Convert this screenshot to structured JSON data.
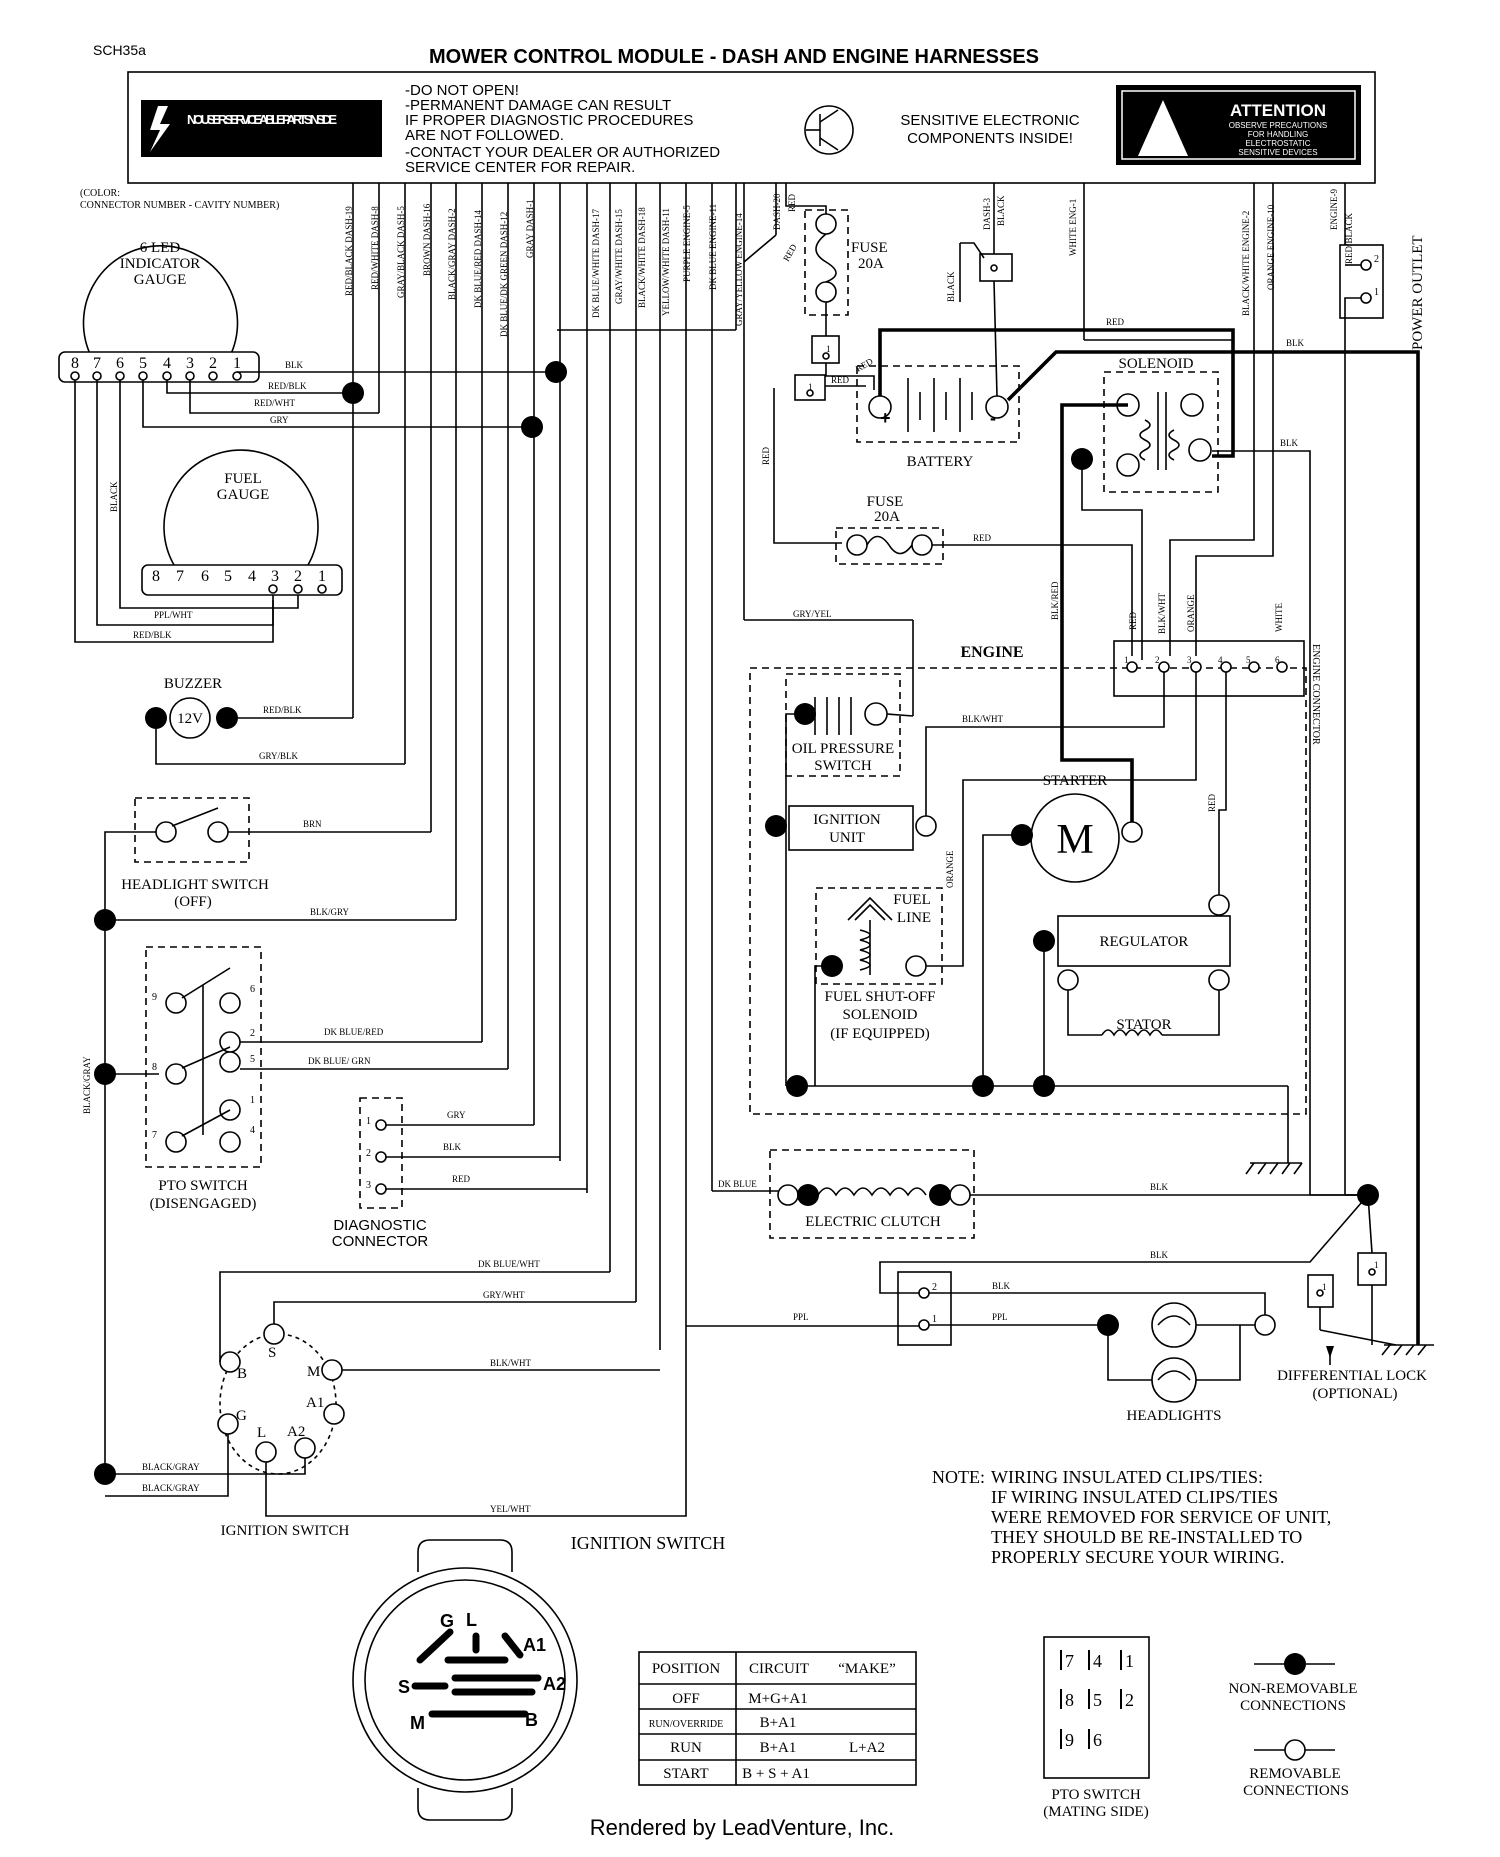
{
  "page_id": "SCH35a",
  "title": "MOWER CONTROL MODULE - DASH AND ENGINE HARNESSES",
  "warning": {
    "badge": "NO USER SERVICEABLE PARTS INSIDE",
    "lines": [
      "-DO NOT OPEN!",
      "-PERMANENT DAMAGE CAN RESULT",
      " IF PROPER DIAGNOSTIC PROCEDURES",
      " ARE NOT FOLLOWED.",
      "-CONTACT YOUR DEALER OR AUTHORIZED",
      " SERVICE CENTER FOR REPAIR."
    ],
    "sensitive": [
      "SENSITIVE ELECTRONIC",
      "COMPONENTS INSIDE!"
    ],
    "attention": "ATTENTION",
    "attention_lines": [
      "OBSERVE PRECAUTIONS",
      "FOR HANDLING",
      "ELECTROSTATIC",
      "SENSITIVE DEVICES"
    ]
  },
  "color_legend": [
    "(COLOR:",
    "CONNECTOR NUMBER - CAVITY NUMBER)"
  ],
  "dash_wires": [
    "RED/BLACK DASH-19",
    "RED/WHITE DASH-8",
    "GRAY/BLACK DASH-5",
    "BROWN DASH-16",
    "BLACK/GRAY DASH-2",
    "DK BLUE/RED DASH-14",
    "DK BLUE/DK GREEN DASH-12",
    "GRAY DASH-1",
    "DK BLUE/WHITE DASH-17",
    "GRAY/WHITE DASH-15",
    "BLACK/WHITE DASH-18",
    "YELLOW/WHITE DASH-11",
    "PURPLE ENGINE-5",
    "DK BLUE ENGINE-11",
    "GRAY/YELLOW ENGINE-14"
  ],
  "top_wires": {
    "dash20": "DASH-20",
    "red": "RED",
    "dash3": "DASH-3",
    "black": "BLACK",
    "white_eng1": "WHITE ENG-1",
    "blk_white_eng2": "BLACK/WHITE ENGINE-2",
    "orange_eng10": "ORANGE ENGINE-10",
    "engine9": "ENGINE-9",
    "red_black": "RED/BLACK"
  },
  "components": {
    "led_gauge": [
      "6 LED",
      "INDICATOR",
      "GAUGE"
    ],
    "led_pins": [
      "8",
      "7",
      "6",
      "5",
      "4",
      "3",
      "2",
      "1"
    ],
    "fuel_gauge": [
      "FUEL",
      "GAUGE"
    ],
    "fuel_pins": [
      "8",
      "7",
      "6",
      "5",
      "4",
      "3",
      "2",
      "1"
    ],
    "buzzer": "BUZZER",
    "buzzer_v": "12V",
    "headlight_switch": [
      "HEADLIGHT SWITCH",
      "(OFF)"
    ],
    "pto_switch": [
      "PTO SWITCH",
      "(DISENGAGED)"
    ],
    "pto_pins": [
      "9",
      "6",
      "2",
      "8",
      "5",
      "1",
      "7",
      "4"
    ],
    "diag_connector": [
      "DIAGNOSTIC",
      "CONNECTOR"
    ],
    "diag_pins": [
      "1",
      "2",
      "3"
    ],
    "ignition_switch_label": "IGNITION SWITCH",
    "ign_terms": [
      "S",
      "B",
      "M",
      "A1",
      "G",
      "L",
      "A2"
    ],
    "fuse_top": [
      "FUSE",
      "20A"
    ],
    "fuse_mid": [
      "FUSE",
      "20A"
    ],
    "battery": "BATTERY",
    "battery_plus": "+",
    "battery_minus": "-",
    "solenoid": "SOLENOID",
    "engine": "ENGINE",
    "engine_connector": "ENGINE CONNECTOR",
    "engine_pins": [
      "1",
      "2",
      "3",
      "4",
      "5",
      "6"
    ],
    "oil_switch": [
      "OIL PRESSURE",
      "SWITCH"
    ],
    "ignition_unit": [
      "IGNITION",
      "UNIT"
    ],
    "starter": "STARTER",
    "starter_m": "M",
    "fuel_line": [
      "FUEL",
      "LINE"
    ],
    "fuel_solenoid": [
      "FUEL SHUT-OFF",
      "SOLENOID",
      "(IF EQUIPPED)"
    ],
    "regulator": "REGULATOR",
    "stator": "STATOR",
    "electric_clutch": "ELECTRIC CLUTCH",
    "headlights": "HEADLIGHTS",
    "power_outlet": "POWER OUTLET",
    "diff_lock": [
      "DIFFERENTIAL LOCK",
      "(OPTIONAL)"
    ],
    "pin_1": "1",
    "pin_2": "2"
  },
  "wire_labels": {
    "blk": "BLK",
    "red_blk": "RED/BLK",
    "red_wht": "RED/WHT",
    "gry": "GRY",
    "black": "BLACK",
    "ppl_wht": "PPL/WHT",
    "gry_blk": "GRY/BLK",
    "brn": "BRN",
    "blk_gry": "BLK/GRY",
    "black_gray": "BLACK/GRAY",
    "dk_blue_red": "DK BLUE/RED",
    "dk_blue_grn": "DK BLUE/ GRN",
    "red": "RED",
    "dk_blue_wht": "DK BLUE/WHT",
    "gry_wht": "GRY/WHT",
    "blk_wht": "BLK/WHT",
    "yel_wht": "YEL/WHT",
    "gry_yel": "GRY/YEL",
    "blk_red": "BLK/RED",
    "orange": "ORANGE",
    "white": "WHITE",
    "dk_blue": "DK BLUE",
    "ppl": "PPL"
  },
  "ign_switch_detail": {
    "title": "IGNITION SWITCH",
    "letters": [
      "G",
      "L",
      "A1",
      "S",
      "A2",
      "M",
      "B"
    ]
  },
  "position_table": {
    "headers": [
      "POSITION",
      "CIRCUIT",
      "“MAKE”"
    ],
    "rows": [
      [
        "OFF",
        "M+G+A1",
        ""
      ],
      [
        "RUN/OVERRIDE",
        "B+A1",
        ""
      ],
      [
        "RUN",
        "B+A1",
        "L+A2"
      ],
      [
        "START",
        "B + S + A1",
        ""
      ]
    ]
  },
  "note": {
    "head": "NOTE:",
    "lines": [
      "WIRING INSULATED CLIPS/TIES:",
      "IF WIRING INSULATED CLIPS/TIES",
      "WERE REMOVED FOR SERVICE OF UNIT,",
      "THEY SHOULD BE RE-INSTALLED TO",
      "PROPERLY SECURE YOUR WIRING."
    ]
  },
  "pto_mating": {
    "pins": [
      "7",
      "4",
      "1",
      "8",
      "5",
      "2",
      "9",
      "6"
    ],
    "label": [
      "PTO SWITCH",
      "(MATING SIDE)"
    ]
  },
  "legend": {
    "non_removable": [
      "NON-REMOVABLE",
      "CONNECTIONS"
    ],
    "removable": [
      "REMOVABLE",
      "CONNECTIONS"
    ]
  },
  "footer": "Rendered by LeadVenture, Inc."
}
